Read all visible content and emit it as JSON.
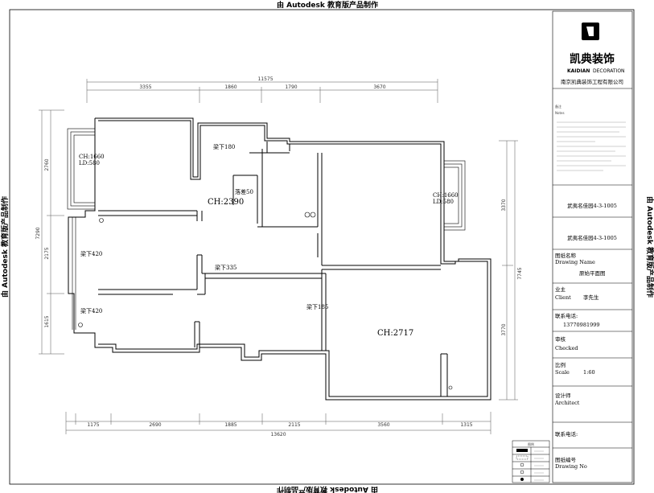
{
  "watermark": {
    "top": "由 Autodesk 教育版产品制作",
    "bottom": "由 Autodesk 教育版产品制作",
    "left": "由 Autodesk 教育版产品制作",
    "right": "由 Autodesk 教育版产品制作"
  },
  "dimensions": {
    "top_total": "11575",
    "top_segments": [
      "3355",
      "1860",
      "1790",
      "3670"
    ],
    "bottom_total": "13620",
    "bottom_segments": [
      "1175",
      "2690",
      "1885",
      "2115",
      "3560",
      "1315"
    ],
    "left_total": "7290",
    "left_segments": [
      "2760",
      "2175",
      "1615"
    ],
    "right_segments": [
      "3370",
      "3770"
    ],
    "right_total": "7745"
  },
  "annotations": {
    "window_left": "CH:1660",
    "window_left_ld": "LD:580",
    "window_right": "CH:1660",
    "window_right_ld": "LD:580",
    "ceiling_1": "CH:2390",
    "ceiling_2": "CH:2717",
    "beam_180": "梁下180",
    "beam_335": "梁下335",
    "beam_185": "梁下185",
    "beam_420_a": "梁下420",
    "beam_420_b": "梁下420",
    "drop_50": "落差50"
  },
  "title_block": {
    "brand_cn": "凯典装饰",
    "brand_en_bold": "KAIDIAN",
    "brand_en_light": "DECORATION",
    "company": "南京凯典装饰工程有限公司",
    "notes_cn": "备注",
    "notes_en": "Notes",
    "project_address_1": "武夷名佳园4-3-1005",
    "project_address_2": "武夷名佳园4-3-1005",
    "drawing_name_cn": "图纸名称",
    "drawing_name_en": "Drawing Name",
    "drawing_name_value": "原始平面图",
    "client_cn": "业主",
    "client_en": "Client",
    "client_value": "李先生",
    "phone_label": "联系电话:",
    "phone_value": "13770981999",
    "checked_cn": "审核",
    "checked_en": "Checked",
    "scale_cn": "比例",
    "scale_en": "Scale",
    "scale_value": "1:60",
    "architect_cn": "设计师",
    "architect_en": "Architect",
    "phone_label_2": "联系电话:",
    "drawing_no_cn": "图纸编号",
    "drawing_no_en": "Drawing No"
  },
  "legend": {
    "title": "图例"
  }
}
